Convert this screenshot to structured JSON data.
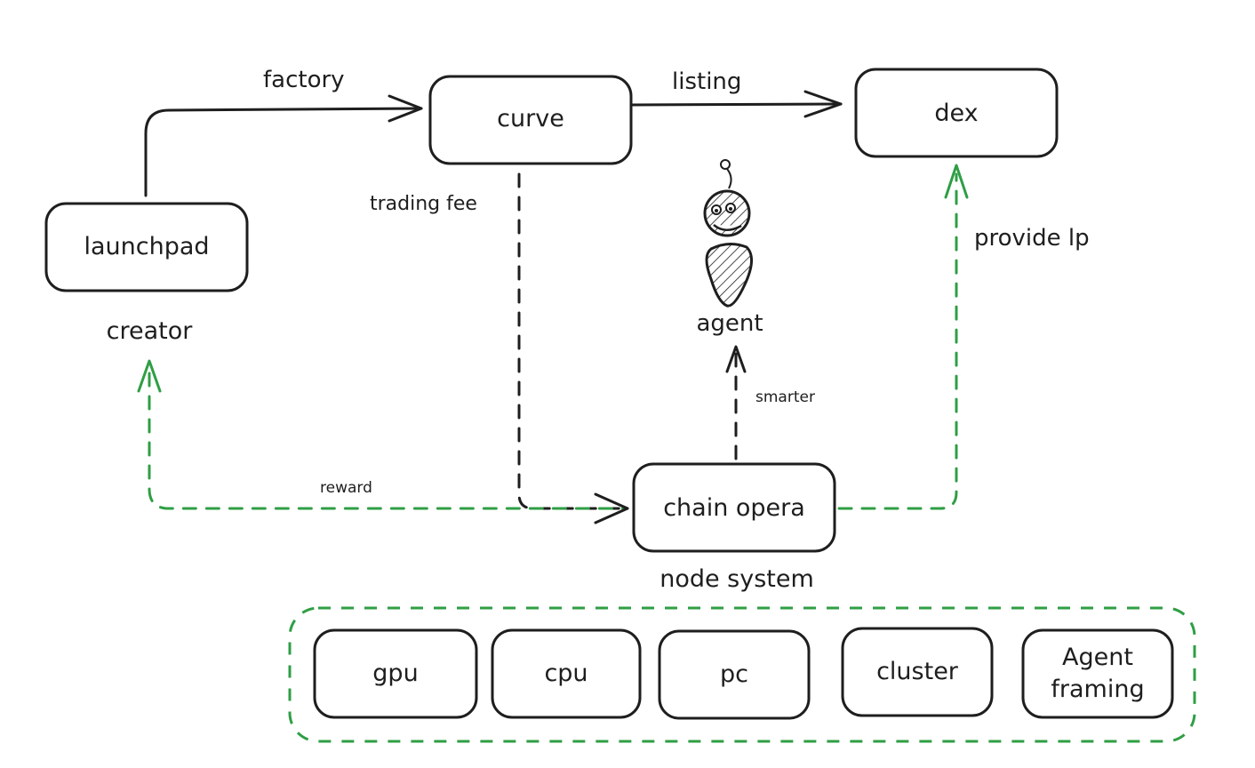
{
  "diagram": {
    "nodes": {
      "launchpad": "launchpad",
      "curve": "curve",
      "dex": "dex",
      "chain_opera": "chain opera"
    },
    "captions": {
      "creator": "creator",
      "agent": "agent",
      "node_system": "node system"
    },
    "edges": {
      "factory": "factory",
      "listing": "listing",
      "trading_fee": "trading fee",
      "provide_lp": "provide lp",
      "reward": "reward",
      "smarter": "smarter"
    },
    "node_system_items": [
      "gpu",
      "cpu",
      "pc",
      "cluster",
      "Agent",
      "framing"
    ],
    "colors": {
      "stroke": "#1e1e1e",
      "green": "#2f9e44",
      "background": "#ffffff"
    }
  }
}
